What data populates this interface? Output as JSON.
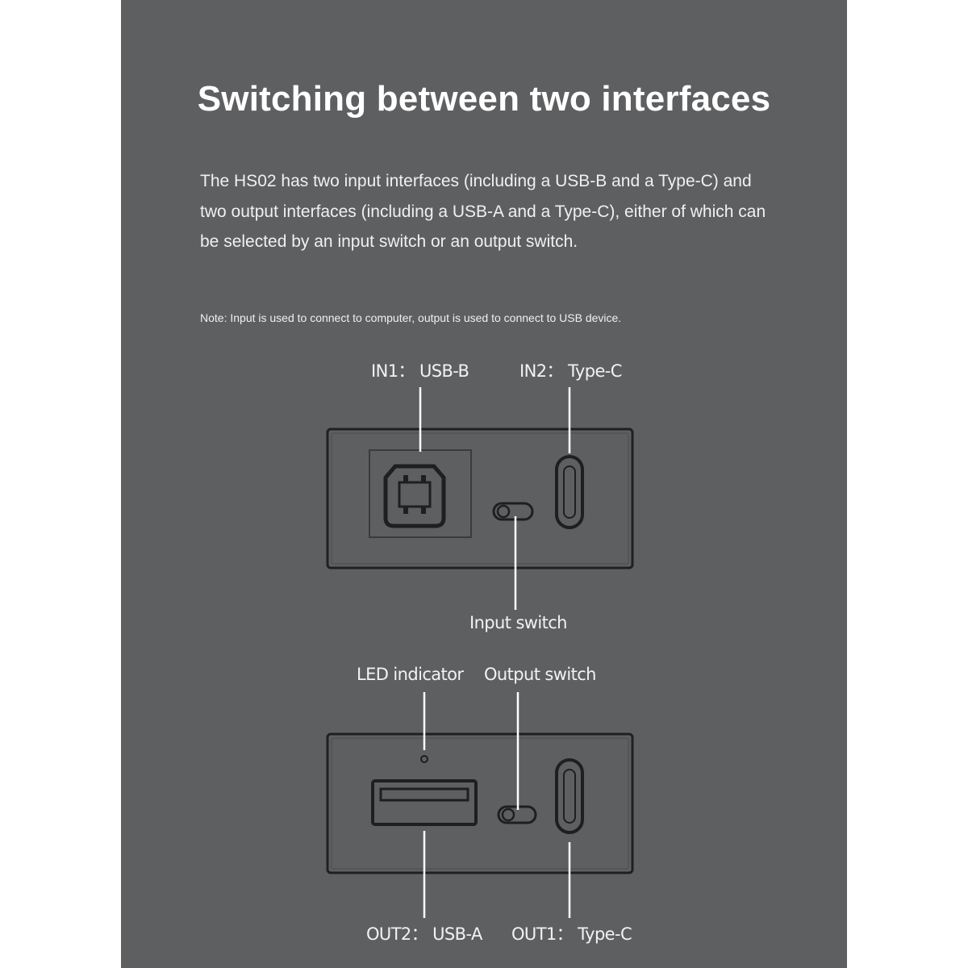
{
  "title": "Switching between two interfaces",
  "description": "The HS02 has two input interfaces (including a USB-B and a Type-C) and two output interfaces (including a USB-A and a Type-C), either of which can be selected by an input switch or an output switch.",
  "note": "Note: Input is used to connect to computer, output is used to connect to USB device.",
  "labels": {
    "in1": "IN1： USB-B",
    "in2": "IN2： Type-C",
    "input_switch": "Input switch",
    "led": "LED indicator",
    "output_switch": "Output switch",
    "out2": "OUT2： USB-A",
    "out1": "OUT1： Type-C"
  },
  "colors": {
    "background": "#5e5f61",
    "text": "#ffffff",
    "port_outline": "#1e1f21"
  }
}
